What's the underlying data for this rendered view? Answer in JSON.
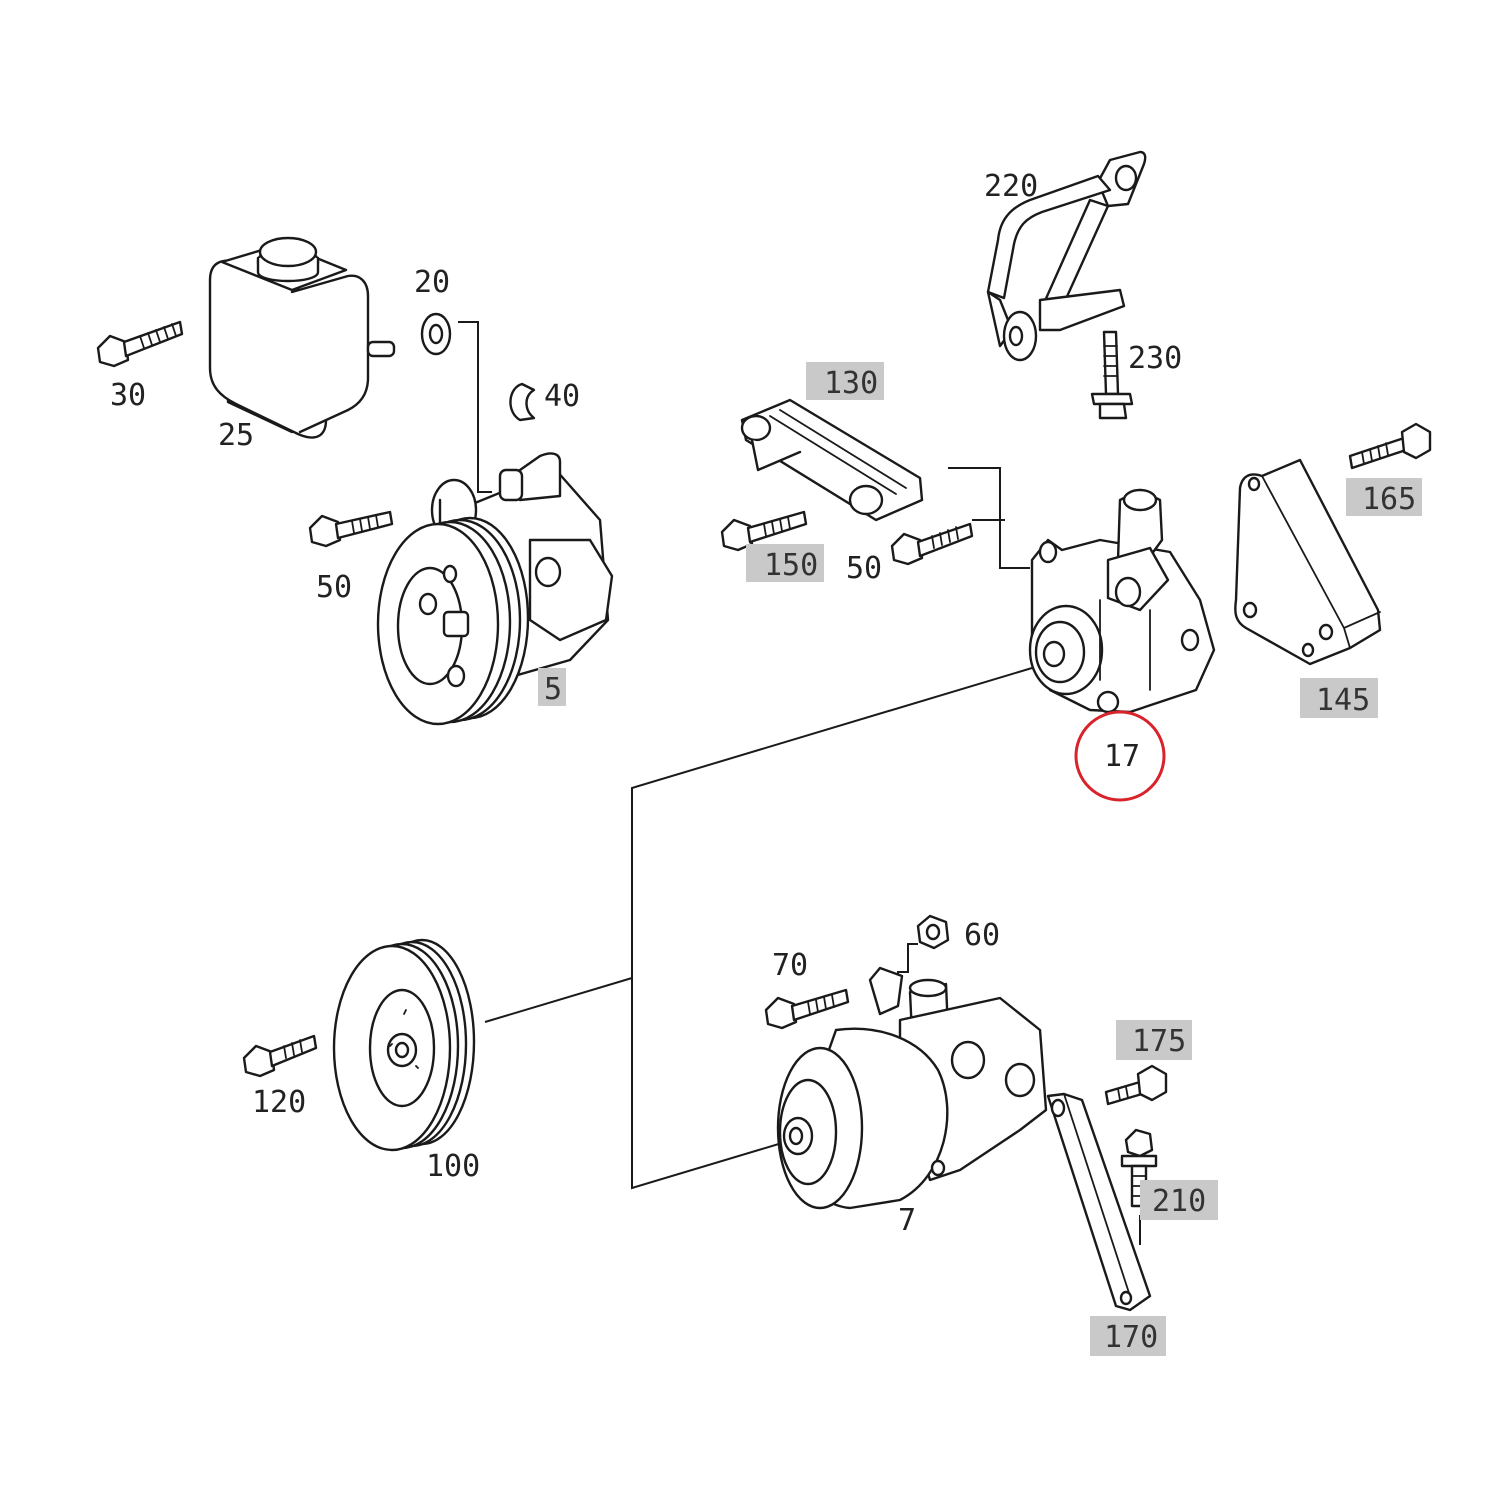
{
  "labels": {
    "p5": "5",
    "p7": "7",
    "p17": "17",
    "p20": "20",
    "p25": "25",
    "p30": "30",
    "p40": "40",
    "p50_left": "50",
    "p50_right": "50",
    "p60": "60",
    "p70": "70",
    "p100": "100",
    "p120": "120",
    "p130": "130",
    "p145": "145",
    "p150": "150",
    "p165": "165",
    "p170": "170",
    "p175": "175",
    "p210": "210",
    "p220": "220",
    "p230": "230"
  },
  "highlighted_parts": [
    "5",
    "130",
    "145",
    "150",
    "165",
    "170",
    "175",
    "210"
  ],
  "circled_part": "17",
  "colors": {
    "highlight_box": "#c9c9c9",
    "circle_mark": "#d9232b",
    "line": "#1a1a1a"
  }
}
